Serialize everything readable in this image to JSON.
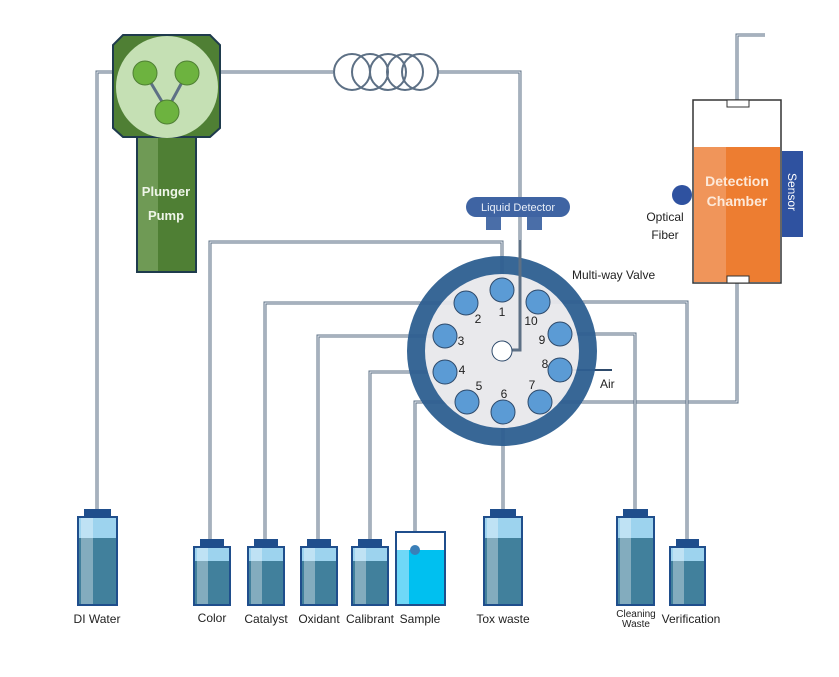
{
  "pump": {
    "label_line1": "Plunger",
    "label_line2": "Pump"
  },
  "liquid_detector": {
    "label": "Liquid Detector"
  },
  "valve": {
    "label": "Multi-way Valve",
    "ports": [
      "1",
      "2",
      "3",
      "4",
      "5",
      "6",
      "7",
      "8",
      "9",
      "10"
    ],
    "air_label": "Air"
  },
  "chamber": {
    "label_line1": "Detection",
    "label_line2": "Chamber",
    "sensor_label": "Sensor"
  },
  "optical_fiber": {
    "label_line1": "Optical",
    "label_line2": "Fiber"
  },
  "bottles": {
    "di_water": "DI Water",
    "color": "Color",
    "catalyst": "Catalyst",
    "oxidant": "Oxidant",
    "calibrant": "Calibrant",
    "sample": "Sample",
    "tox_waste": "Tox waste",
    "cleaning_waste_line1": "Cleaning",
    "cleaning_waste_line2": "Waste",
    "verification": "Verification"
  },
  "colors": {
    "pump_dark": "#4f7f34",
    "pump_light": "#c5e0b4",
    "valve_ring": "#2e5f91",
    "port": "#5b9bd5",
    "chamber": "#ed7d31",
    "sensor": "#2f52a0",
    "bottle_liquid": "#41809c",
    "sample_liquid": "#00c0f0"
  }
}
